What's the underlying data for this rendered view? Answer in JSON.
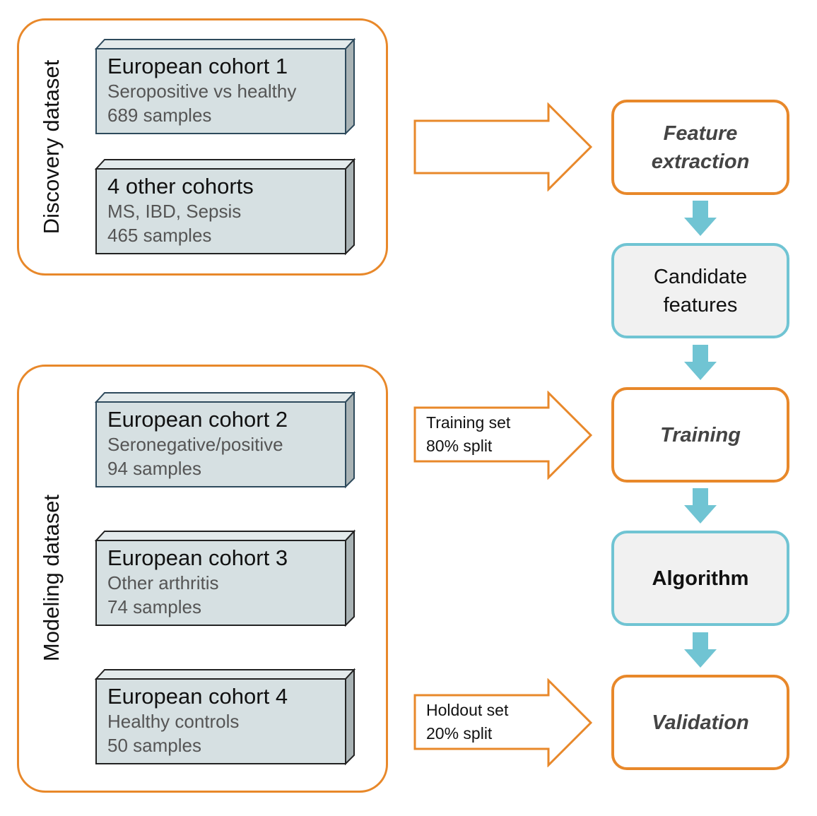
{
  "colors": {
    "orange": "#e8882a",
    "teal": "#70c4d3",
    "cohort_fill": "#d6e0e2"
  },
  "groups": {
    "discovery": {
      "label": "Discovery dataset",
      "cohorts": [
        {
          "title": "European cohort 1",
          "subtitle": "Seropositive vs healthy",
          "samples": "689 samples"
        },
        {
          "title": "4 other cohorts",
          "subtitle": "MS, IBD, Sepsis",
          "samples": "465 samples"
        }
      ]
    },
    "modeling": {
      "label": "Modeling dataset",
      "cohorts": [
        {
          "title": "European cohort 2",
          "subtitle": "Seronegative/positive",
          "samples": "94 samples"
        },
        {
          "title": "European cohort 3",
          "subtitle": "Other arthritis",
          "samples": "74 samples"
        },
        {
          "title": "European cohort 4",
          "subtitle": "Healthy controls",
          "samples": "50 samples"
        }
      ]
    }
  },
  "arrows": {
    "training": {
      "line1": "Training set",
      "line2": "80% split"
    },
    "holdout": {
      "line1": "Holdout set",
      "line2": "20% split"
    }
  },
  "steps": {
    "feature_extraction": {
      "line1": "Feature",
      "line2": "extraction"
    },
    "candidate_features": {
      "line1": "Candidate",
      "line2": "features"
    },
    "training": "Training",
    "algorithm": "Algorithm",
    "validation": "Validation"
  }
}
